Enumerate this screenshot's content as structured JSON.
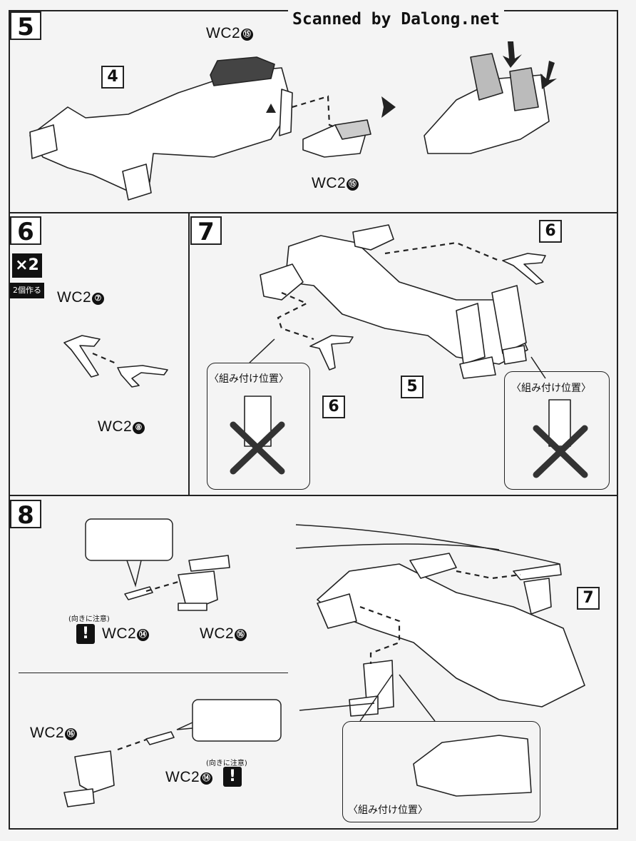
{
  "credit": "Scanned by Dalong.net",
  "steps": {
    "s5": {
      "number": "5",
      "parts": [
        "WC2",
        "WC2"
      ],
      "part_nums": [
        "⑮",
        "⑮"
      ],
      "ref": "4"
    },
    "s6": {
      "number": "6",
      "multiplier": "×2",
      "multiplier_note": "2個作る",
      "parts": [
        "WC2",
        "WC2"
      ],
      "part_nums": [
        "⑦",
        "⑧"
      ]
    },
    "s7": {
      "number": "7",
      "refs": [
        "6",
        "6",
        "5"
      ],
      "callout_left": "〈組み付け位置〉",
      "callout_right": "〈組み付け位置〉"
    },
    "s8": {
      "number": "8",
      "ref": "7",
      "parts_top": [
        "WC2",
        "WC2"
      ],
      "part_nums_top": [
        "⑭",
        "⑯"
      ],
      "parts_bottom": [
        "WC2",
        "WC2"
      ],
      "part_nums_bottom": [
        "⑯",
        "⑭"
      ],
      "caution": "(向きに注意)",
      "caution_icon": "!",
      "callout": "〈組み付け位置〉"
    }
  }
}
